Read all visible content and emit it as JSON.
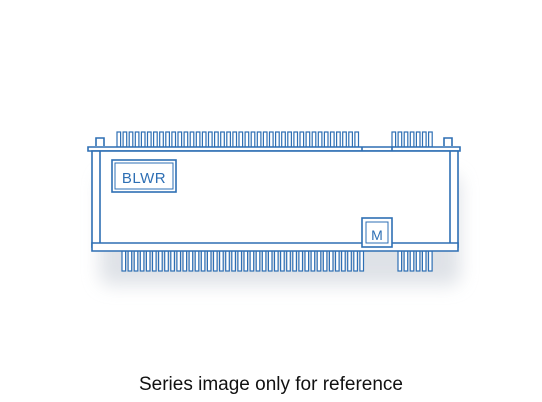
{
  "diagram": {
    "brand_label": "BLWR",
    "key_label": "M",
    "colors": {
      "outline": "#2e6fb4",
      "fill": "#ffffff",
      "shadow": "#d9dde3"
    }
  },
  "caption": "Series image only for reference"
}
